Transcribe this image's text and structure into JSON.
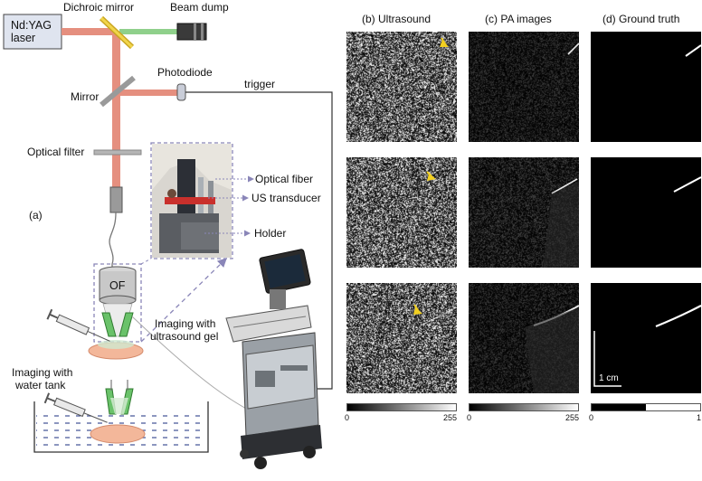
{
  "setup": {
    "laser": {
      "line1": "Nd:YAG",
      "line2": "laser"
    },
    "dichroic_mirror": "Dichroic mirror",
    "beam_dump": "Beam dump",
    "mirror": "Mirror",
    "photodiode": "Photodiode",
    "trigger": "trigger",
    "optical_filter": "Optical filter",
    "panel_label": "(a)",
    "optical_fiber": "Optical fiber",
    "us_transducer": "US transducer",
    "holder": "Holder",
    "of_label": "OF",
    "gel_caption": {
      "line1": "Imaging with",
      "line2": "ultrasound gel"
    },
    "tank_caption": {
      "line1": "Imaging with",
      "line2": "water tank"
    }
  },
  "columns": {
    "ultrasound": "(b) Ultrasound",
    "pa": "(c) PA images",
    "truth": "(d) Ground truth"
  },
  "scale_bar": "1 cm",
  "colorbars": {
    "ultrasound": {
      "min": "0",
      "max": "255"
    },
    "pa": {
      "min": "0",
      "max": "255"
    },
    "truth": {
      "min": "0",
      "max": "1"
    }
  },
  "colors": {
    "laser_beam": "#e58f7f",
    "green_beam": "#7ec77a",
    "arrow_marker": "#f2d021",
    "dashed_frame": "#8a86b8"
  }
}
